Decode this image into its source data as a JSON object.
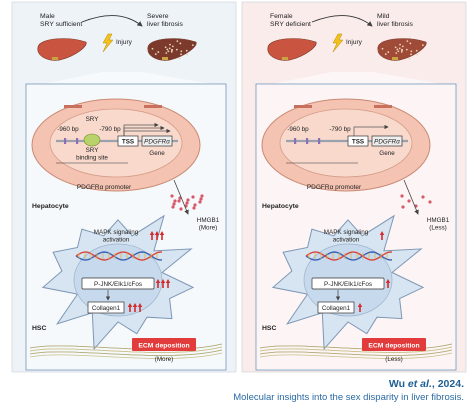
{
  "panels": [
    {
      "id": "male",
      "sex_label": "Male\nSRY sufficient",
      "outcome_label": "Severe\nliver fibrosis",
      "injury_label": "Injury",
      "bp_left": "-960 bp",
      "bp_right": "-790 bp",
      "sry_label": "SRY",
      "sry_site_label": "SRY\nbinding site",
      "tss_label": "TSS",
      "gene_box_label": "PDGFRα",
      "gene_label": "Gene",
      "promoter_label": "PDGFRα promoter",
      "hepatocyte_label": "Hepatocyte",
      "hmgb1_label": "HMGB1\n(More)",
      "mapk_label": "MAPK signaling\nactivation",
      "pjnk_label": "P-JNK/EIk1/cFos",
      "collagen_label": "Collagen1",
      "hsc_label": "HSC",
      "ecm_label": "ECM deposition",
      "ecm_amount": "(More)",
      "arrow_count": 3
    },
    {
      "id": "female",
      "sex_label": "Female\nSRY deficient",
      "outcome_label": "Mild\nliver fibrosis",
      "injury_label": "Injury",
      "bp_left": "-960 bp",
      "bp_right": "-790 bp",
      "sry_label": "",
      "sry_site_label": "",
      "tss_label": "TSS",
      "gene_box_label": "PDGFRα",
      "gene_label": "Gene",
      "promoter_label": "PDGFRα promoter",
      "hepatocyte_label": "Hepatocyte",
      "hmgb1_label": "HMGB1\n(Less)",
      "mapk_label": "MAPK signaling\nactivation",
      "pjnk_label": "P-JNK/EIk1/cFos",
      "collagen_label": "Collagen1",
      "hsc_label": "HSC",
      "ecm_label": "ECM deposition",
      "ecm_amount": "(Less)",
      "arrow_count": 1
    }
  ],
  "caption": {
    "author": "Wu",
    "etal": " et al.",
    "year": ", 2024.",
    "subtitle": "Molecular insights into the sex disparity in liver fibrosis."
  },
  "colors": {
    "male_bg": "#eef3f8",
    "female_bg": "#fbecec",
    "up_arrow": "#d42a2a",
    "ecm_box": "#e23b3b",
    "hepatocyte_fill": "#f6c9b9",
    "hsc_fill": "#d9e6f2"
  }
}
